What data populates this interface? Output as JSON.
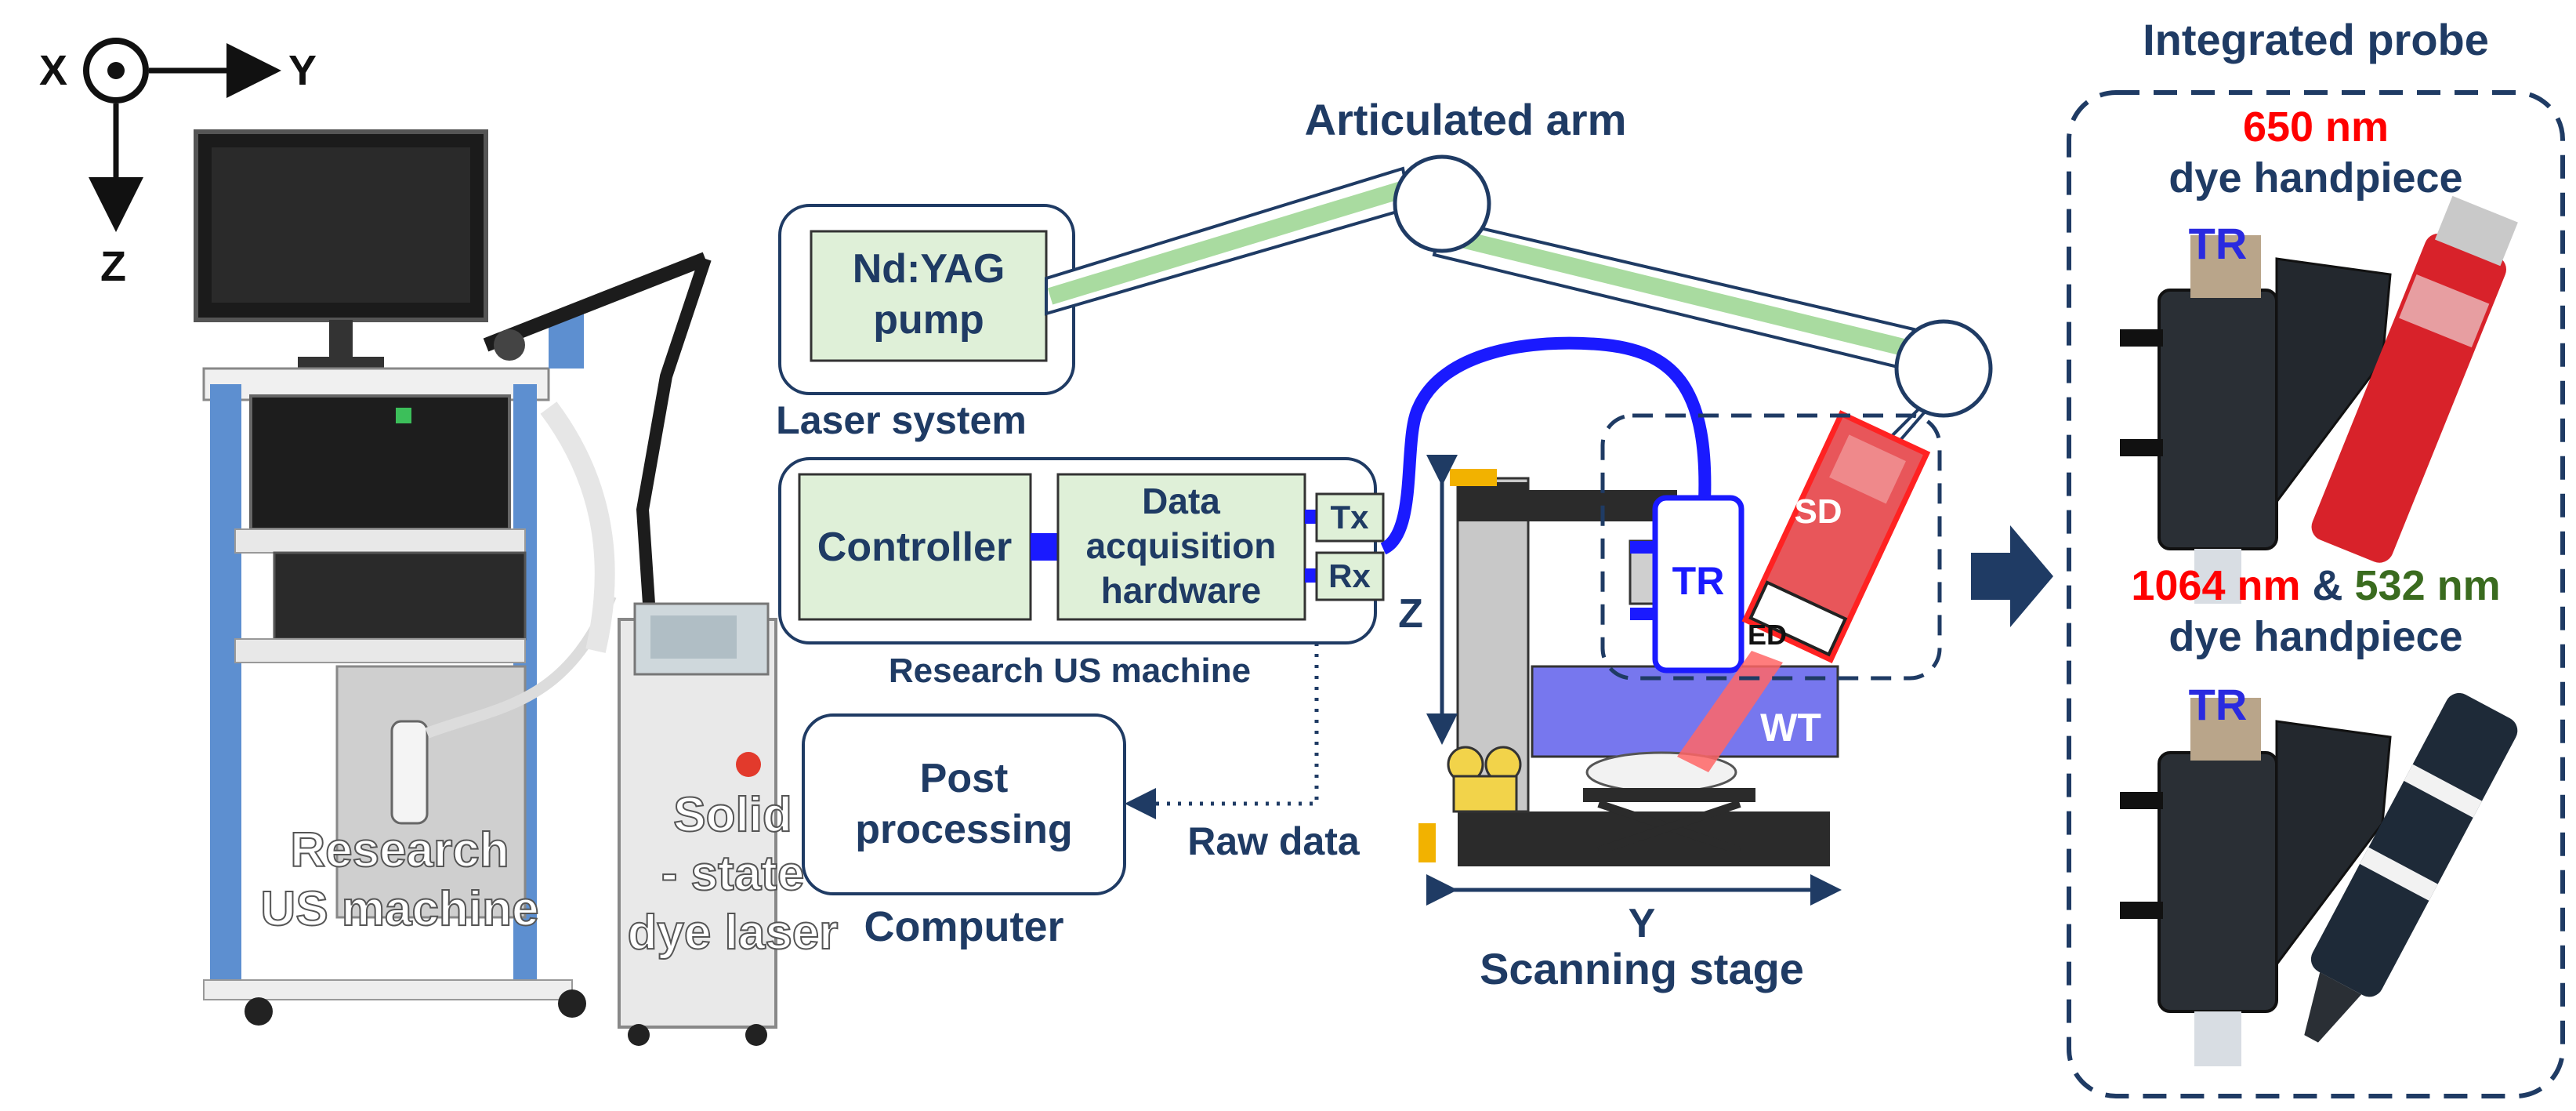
{
  "axes": {
    "x": "X",
    "y": "Y",
    "z": "Z"
  },
  "photo_labels": {
    "us_machine_line1": "Research",
    "us_machine_line2": "US machine",
    "laser_line1": "Solid",
    "laser_line2": "- state",
    "laser_line3": "dye laser"
  },
  "diagram": {
    "articulated_arm": "Articulated arm",
    "pump_line1": "Nd:YAG",
    "pump_line2": "pump",
    "laser_system": "Laser system",
    "controller": "Controller",
    "daq_line1": "Data",
    "daq_line2": "acquisition",
    "daq_line3": "hardware",
    "tx": "Tx",
    "rx": "Rx",
    "research_us_machine": "Research US machine",
    "post_line1": "Post",
    "post_line2": "processing",
    "computer": "Computer",
    "raw_data": "Raw data"
  },
  "stage": {
    "z": "Z",
    "y": "Y",
    "tr": "TR",
    "sd": "SD",
    "ed": "ED",
    "wt": "WT",
    "title": "Scanning stage"
  },
  "probe": {
    "title": "Integrated probe",
    "wl_650": "650 nm",
    "handpiece_top": "dye handpiece",
    "wl_1064": "1064 nm",
    "amp": " & ",
    "wl_532": "532 nm",
    "handpiece_bottom": "dye handpiece",
    "tr_top": "TR",
    "tr_bottom": "TR"
  },
  "colors": {
    "navy": "#1f3b64",
    "green_fill": "#dff0d8",
    "green_beam": "#a9dba0",
    "blue_cable": "#1a1aff",
    "red_beam": "#ff6666",
    "red_text": "#ff0000",
    "green_text": "#3a6b1f",
    "tr_text": "#2a2ae0",
    "tank": "#7777ee"
  }
}
